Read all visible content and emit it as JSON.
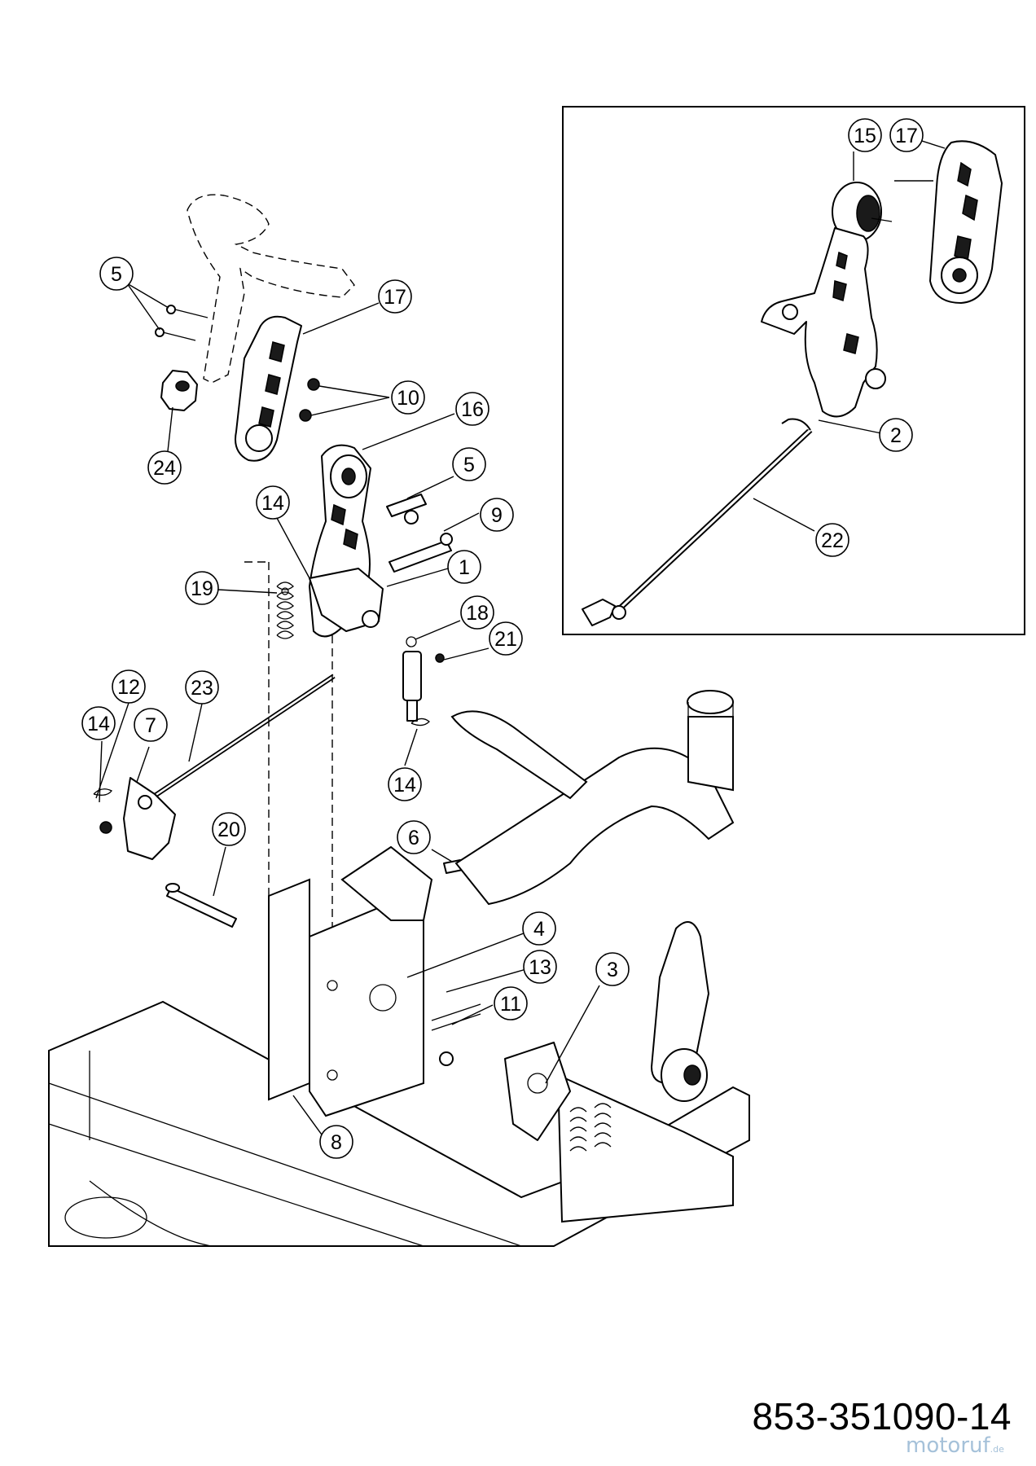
{
  "drawing_number": "853-351090-14",
  "watermark": {
    "brand": "motoruf",
    "suffix": ".de"
  },
  "callouts": [
    "1",
    "2",
    "3",
    "4",
    "5",
    "6",
    "7",
    "8",
    "9",
    "10",
    "11",
    "12",
    "13",
    "14",
    "15",
    "16",
    "17",
    "18",
    "19",
    "20",
    "21",
    "22",
    "23",
    "24"
  ]
}
